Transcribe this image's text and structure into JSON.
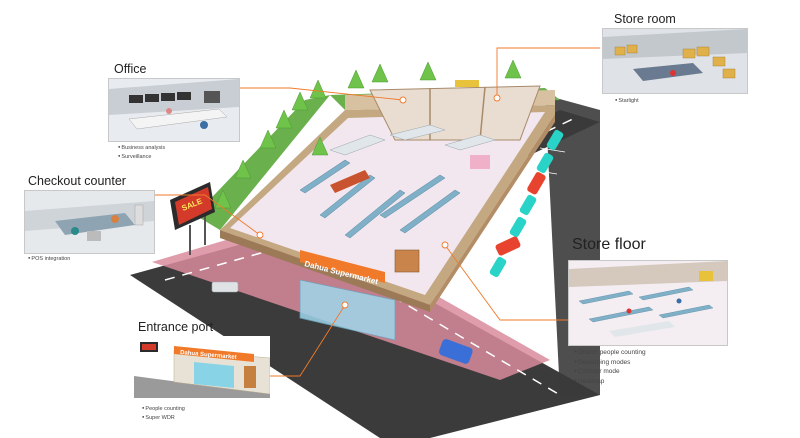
{
  "store": {
    "sign_text": "Dahua Supermarket",
    "billboard_text": "SALE"
  },
  "callouts": {
    "office": {
      "title": "Office",
      "features": [
        "Business analysis",
        "Surveillance"
      ]
    },
    "store_room": {
      "title": "Store room",
      "features": [
        "Starlight"
      ]
    },
    "checkout": {
      "title": "Checkout counter",
      "features": [
        "POS integration"
      ]
    },
    "store_floor": {
      "title": "Store floor",
      "features": [
        "District people counting",
        "Dewarping modes",
        "Corridor mode",
        "Heatmap"
      ]
    },
    "entrance": {
      "title": "Entrance port",
      "features": [
        "People counting",
        "Super WDR"
      ]
    }
  },
  "colors": {
    "accent": "#f07a2a",
    "road": "#3b3b3b",
    "sidewalk": "#d98b9c",
    "floor": "#f2e6ef",
    "wall": "#c4a882",
    "grass": "#6ab04c",
    "parking_car_teal": "#2ad3c8",
    "parking_car_red": "#e8432e",
    "sign": "#f07a2a"
  }
}
